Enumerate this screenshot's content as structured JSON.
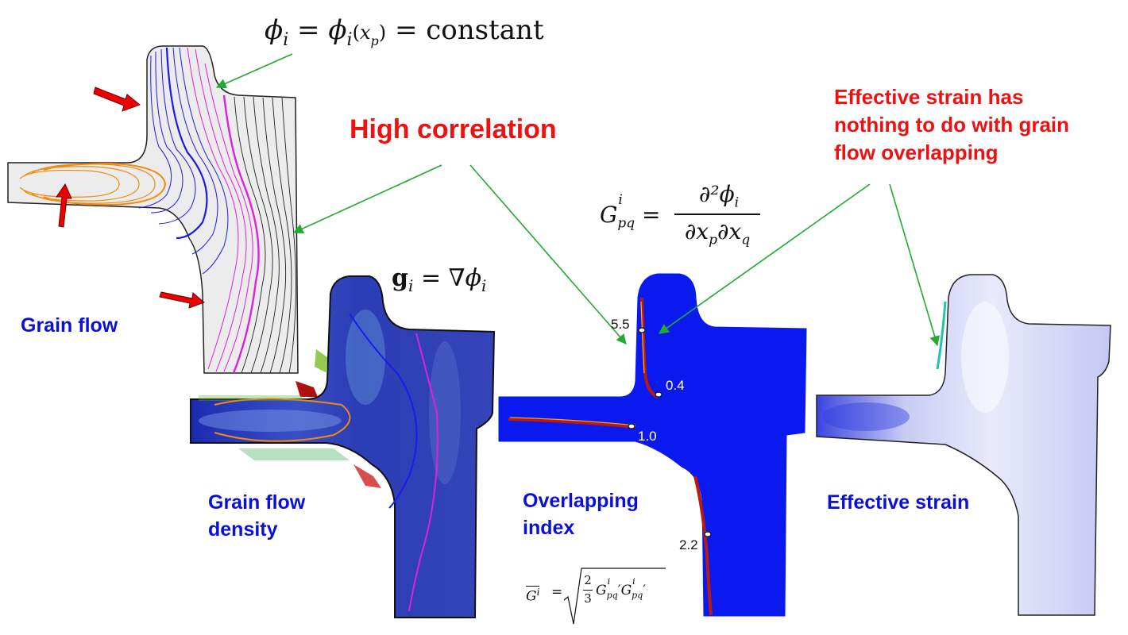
{
  "headline": "High correlation",
  "note": [
    "Effective strain has",
    "nothing to do with grain",
    "flow overlapping"
  ],
  "panels": {
    "grain_flow": "Grain flow",
    "grain_flow_density": [
      "Grain flow",
      "density"
    ],
    "overlapping_index": [
      "Overlapping",
      "index"
    ],
    "effective_strain": "Effective strain"
  },
  "equations": {
    "phi": {
      "lhs": "ϕ",
      "sub": "i",
      "eq": "=",
      "rhs": "ϕ",
      "rhs_sub": "i",
      "arg": "x",
      "arg_sub": "p",
      "tail": "= constant"
    },
    "gradient": {
      "lhs": "g",
      "sub": "i",
      "eq": "=",
      "rhs": "∇ϕ",
      "rhs_sub": "i"
    },
    "hessian": {
      "lhs": "G",
      "sup": "i",
      "sub": "pq",
      "eq": "=",
      "num": "∂²ϕ",
      "num_sub": "i",
      "den": "∂x",
      "den_sub1": "p",
      "den_mid": "∂x",
      "den_sub2": "q"
    },
    "index_formula": {
      "lhs": "G",
      "sup": "i",
      "eq": "=",
      "frac_num": "2",
      "frac_den": "3",
      "term": "G",
      "term_sup": "i",
      "term_sub": "pq"
    }
  },
  "overlap_values": [
    "5.5",
    "0.4",
    "1.0",
    "2.2"
  ],
  "colors": {
    "title_red": "#ee1111",
    "label_blue": "#0a10d8",
    "arrow_green": "#22aa33",
    "push_arrow": "#ee0000"
  }
}
